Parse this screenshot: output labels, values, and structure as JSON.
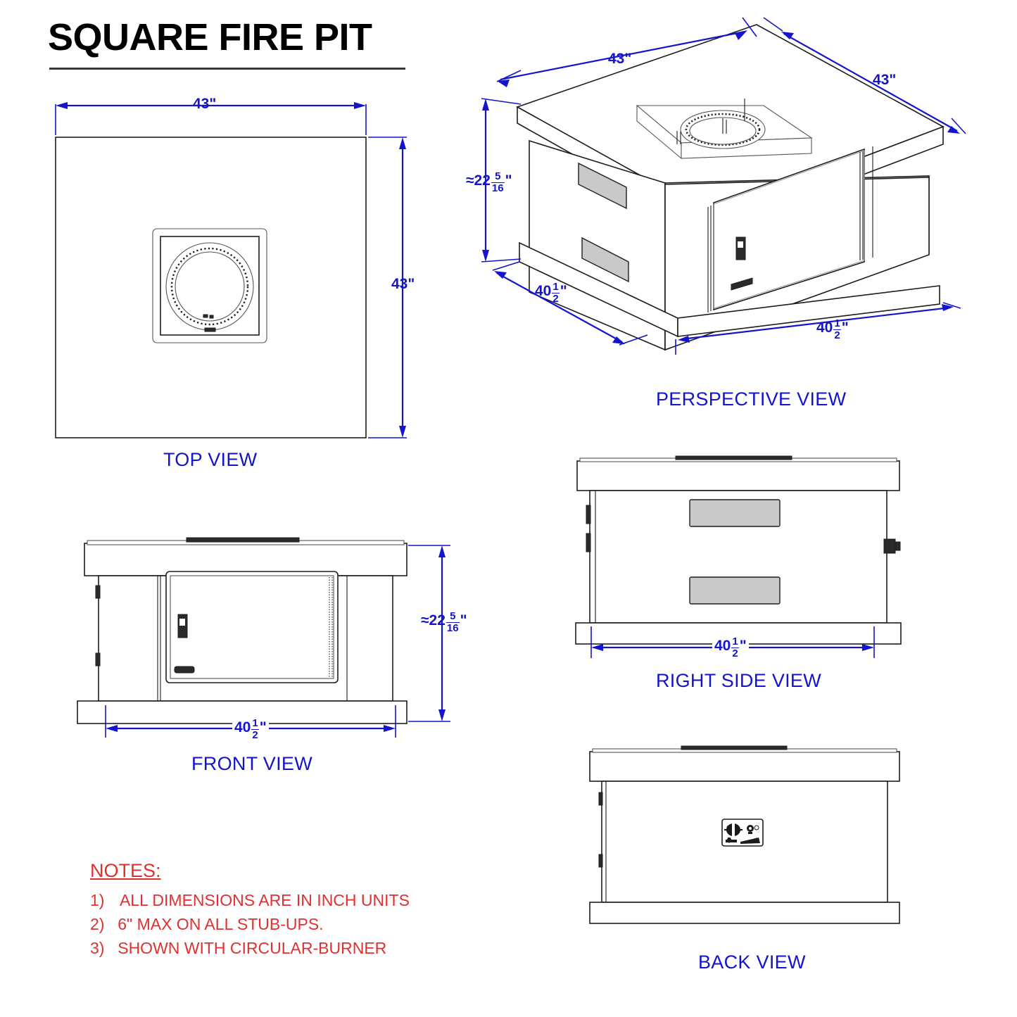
{
  "drawing": {
    "title": "SQUARE FIRE PIT",
    "accent_blue": "#1414CC",
    "note_red": "#E03030",
    "line_black": "#1D1D1D"
  },
  "views": {
    "top": {
      "label": "TOP VIEW",
      "dim_width": "43\"",
      "dim_height": "43\""
    },
    "perspective": {
      "label": "PERSPECTIVE VIEW",
      "dim_top_left": "43\"",
      "dim_top_right": "43\"",
      "dim_height_whole": "≈22",
      "dim_height_num": "5",
      "dim_height_den": "16",
      "dim_height_unit": "\"",
      "dim_depth_whole": "40",
      "dim_depth_num": "1",
      "dim_depth_den": "2",
      "dim_depth_unit": "\"",
      "dim_width_whole": "40",
      "dim_width_num": "1",
      "dim_width_den": "2",
      "dim_width_unit": "\""
    },
    "front": {
      "label": "FRONT VIEW",
      "dim_height_whole": "≈22",
      "dim_height_num": "5",
      "dim_height_den": "16",
      "dim_height_unit": "\"",
      "dim_width_whole": "40",
      "dim_width_num": "1",
      "dim_width_den": "2",
      "dim_width_unit": "\""
    },
    "right_side": {
      "label": "RIGHT SIDE VIEW",
      "dim_width_whole": "40",
      "dim_width_num": "1",
      "dim_width_den": "2",
      "dim_width_unit": "\""
    },
    "back": {
      "label": "BACK VIEW"
    }
  },
  "notes": {
    "heading": "NOTES:",
    "items": [
      {
        "num": "1)",
        "text": "ALL DIMENSIONS ARE IN INCH UNITS"
      },
      {
        "num": "2)",
        "text": "6\" MAX ON ALL STUB-UPS."
      },
      {
        "num": "3)",
        "text": "SHOWN WITH CIRCULAR-BURNER"
      }
    ]
  }
}
